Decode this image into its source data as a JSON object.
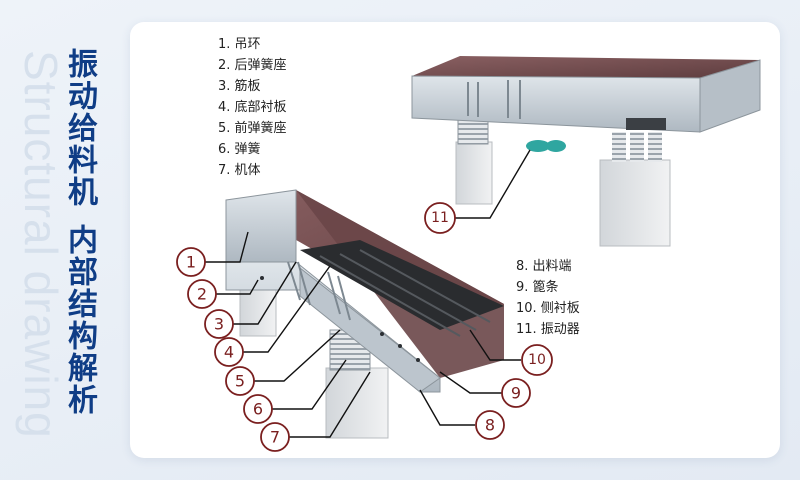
{
  "sidebar": {
    "title_line1": "振动给料机",
    "title_line2": "内部结构解析",
    "watermark": "Structural drawing"
  },
  "legend_top": [
    "1. 吊环",
    "2. 后弹簧座",
    "3. 筋板",
    "4. 底部衬板",
    "5. 前弹簧座",
    "6. 弹簧",
    "7. 机体"
  ],
  "legend_bottom": [
    "8. 出料端",
    "9. 篦条",
    "10. 侧衬板",
    "11. 振动器"
  ],
  "callouts": [
    "1",
    "2",
    "3",
    "4",
    "5",
    "6",
    "7",
    "8",
    "9",
    "10",
    "11"
  ],
  "colors": {
    "title": "#0f3d86",
    "callout": "#7a1f1f",
    "liner": "#6e4a4c",
    "steel": "#c9d1d8"
  }
}
